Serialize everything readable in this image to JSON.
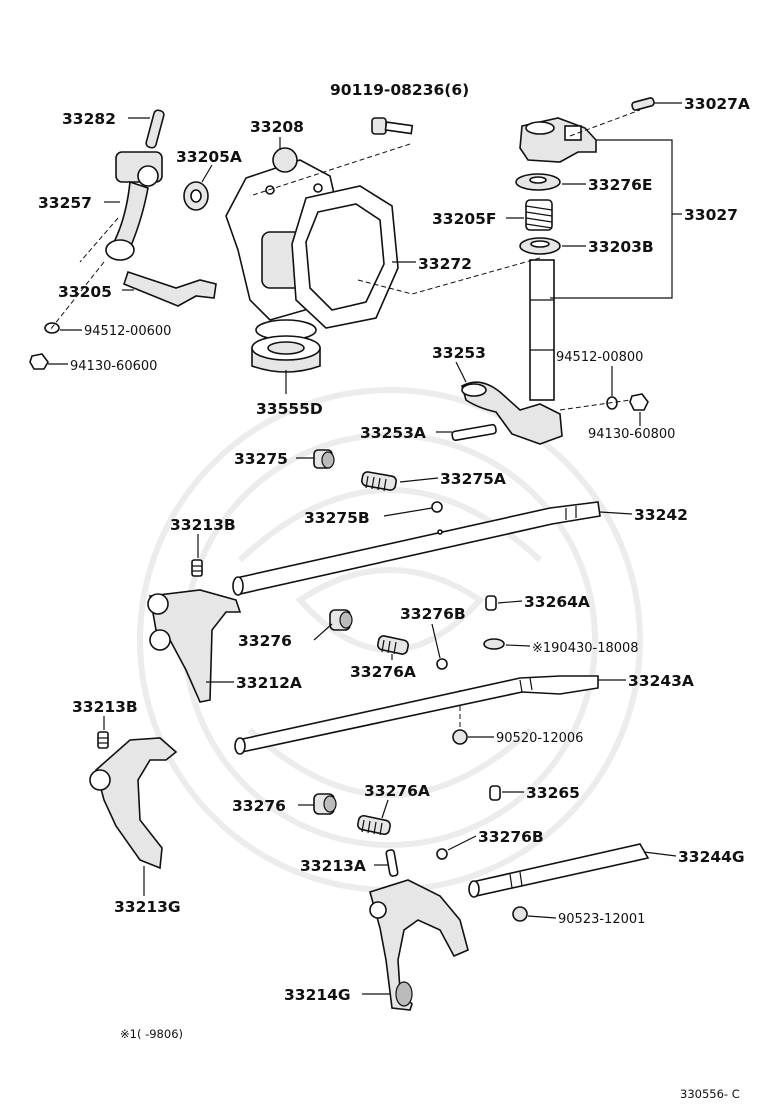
{
  "labels": {
    "l33027A": "33027A",
    "l90119": "90119-08236(6)",
    "l33282": "33282",
    "l33208": "33208",
    "l33205A": "33205A",
    "l33276E": "33276E",
    "l33257": "33257",
    "l33205F": "33205F",
    "l33027": "33027",
    "l33203B": "33203B",
    "l33272": "33272",
    "l33205": "33205",
    "l94512_00600": "94512-00600",
    "l94130_60600": "94130-60600",
    "l33253": "33253",
    "l94512_00800": "94512-00800",
    "l33555D": "33555D",
    "l33253A": "33253A",
    "l94130_60800": "94130-60800",
    "l33275": "33275",
    "l33275A": "33275A",
    "l33275B": "33275B",
    "l33242": "33242",
    "l33213B_1": "33213B",
    "l33276B_1": "33276B",
    "l33264A": "33264A",
    "l33276_1": "33276",
    "l190430": "※190430-18008",
    "l33276A_1": "33276A",
    "l33212A": "33212A",
    "l33243A": "33243A",
    "l33213B_2": "33213B",
    "l90520": "90520-12006",
    "l33276_2": "33276",
    "l33276A_2": "33276A",
    "l33265": "33265",
    "l33276B_2": "33276B",
    "l33244G": "33244G",
    "l33213A": "33213A",
    "l33213G": "33213G",
    "l90523": "90523-12001",
    "l33214G": "33214G"
  },
  "footnote": "※1(    -9806)",
  "drawing_code": "330556- C"
}
